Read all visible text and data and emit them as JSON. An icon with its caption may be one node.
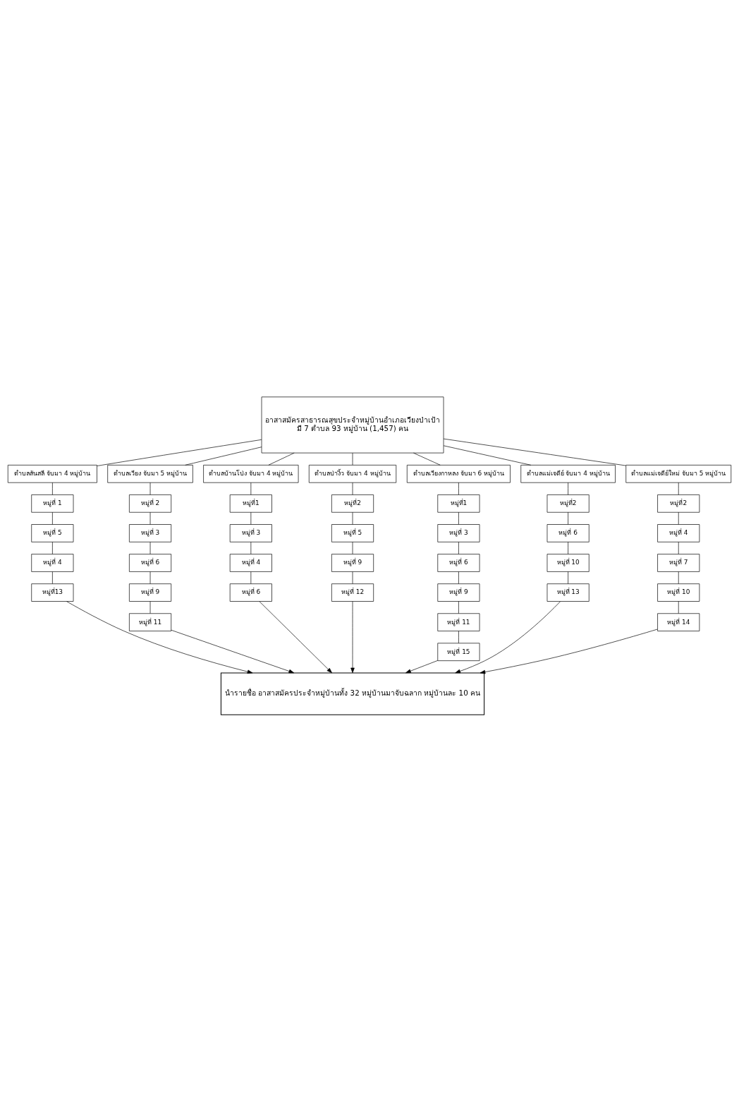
{
  "diagram": {
    "nodes": [
      {
        "text": [
          "อาสาสมัครสาธารณสุขประจำหมู่บ้านอำเภอเวียงป่าเป้า",
          "มี 7 ตำบล 93 หมู่บ้าน (1,457) คน"
        ]
      },
      {
        "text": [
          "ตำบลสันสลี จับมา 4 หมู่บ้าน"
        ]
      },
      {
        "text": [
          "หมู่ที่ 1"
        ]
      },
      {
        "text": [
          "หมู่ที่ 5"
        ]
      },
      {
        "text": [
          "หมู่ที่ 4"
        ]
      },
      {
        "text": [
          "หมู่ที่13"
        ]
      },
      {
        "text": [
          "ตำบลเวียง จับมา 5 หมู่บ้าน"
        ]
      },
      {
        "text": [
          "หมู่ที่ 2"
        ]
      },
      {
        "text": [
          "หมู่ที่ 3"
        ]
      },
      {
        "text": [
          "หมู่ที่ 6"
        ]
      },
      {
        "text": [
          "หมู่ที่ 9"
        ]
      },
      {
        "text": [
          "หมู่ที่ 11"
        ]
      },
      {
        "text": [
          "ตำบลบ้านโป่ง จับมา 4 หมู่บ้าน"
        ]
      },
      {
        "text": [
          "หมู่ที่1"
        ]
      },
      {
        "text": [
          "หมู่ที่ 3"
        ]
      },
      {
        "text": [
          "หมู่ที่ 4"
        ]
      },
      {
        "text": [
          "หมู่ที่ 6"
        ]
      },
      {
        "text": [
          "ตำบลป่างิ้ว จับมา 4 หมู่บ้าน"
        ]
      },
      {
        "text": [
          "หมู่ที่2"
        ]
      },
      {
        "text": [
          "หมู่ที่ 5"
        ]
      },
      {
        "text": [
          "หมู่ที่ 9"
        ]
      },
      {
        "text": [
          "หมู่ที่ 12"
        ]
      },
      {
        "text": [
          "ตำบลเวียงกาหลง จับมา 6 หมู่บ้าน"
        ]
      },
      {
        "text": [
          "หมู่ที่1"
        ]
      },
      {
        "text": [
          "หมู่ที่ 3"
        ]
      },
      {
        "text": [
          "หมู่ที่ 6"
        ]
      },
      {
        "text": [
          "หมู่ที่ 9"
        ]
      },
      {
        "text": [
          "หมู่ที่ 11"
        ]
      },
      {
        "text": [
          "หมู่ที่ 15"
        ]
      },
      {
        "text": [
          "ตำบลแม่เจดีย์ จับมา 4 หมู่บ้าน"
        ]
      },
      {
        "text": [
          "หมู่ที่2"
        ]
      },
      {
        "text": [
          "หมู่ที่ 6"
        ]
      },
      {
        "text": [
          "หมู่ที่ 10"
        ]
      },
      {
        "text": [
          "หมู่ที่ 13"
        ]
      },
      {
        "text": [
          "ตำบลแม่เจดีย์ใหม่ จับมา 5 หมู่บ้าน"
        ]
      },
      {
        "text": [
          "หมู่ที่2"
        ]
      },
      {
        "text": [
          "หมู่ที่ 4"
        ]
      },
      {
        "text": [
          "หมู่ที่ 7"
        ]
      },
      {
        "text": [
          "หมู่ที่ 10"
        ]
      },
      {
        "text": [
          "หมู่ที่ 14"
        ]
      },
      {
        "text": [
          "นำรายชื่อ อาสาสมัครประจำหมู่บ้านทั้ง 32 หมู่บ้านมาจับฉลาก หมู่บ้านละ 10 คน"
        ]
      }
    ],
    "edges": [
      {
        "from": 0,
        "to": 1,
        "arrow": "none"
      },
      {
        "from": 0,
        "to": 6,
        "arrow": "none"
      },
      {
        "from": 0,
        "to": 12,
        "arrow": "none"
      },
      {
        "from": 0,
        "to": 17,
        "arrow": "none"
      },
      {
        "from": 0,
        "to": 22,
        "arrow": "none"
      },
      {
        "from": 0,
        "to": 29,
        "arrow": "none"
      },
      {
        "from": 0,
        "to": 34,
        "arrow": "none"
      },
      {
        "from": 1,
        "to": 2,
        "arrow": "none"
      },
      {
        "from": 2,
        "to": 3,
        "arrow": "none"
      },
      {
        "from": 3,
        "to": 4,
        "arrow": "none"
      },
      {
        "from": 4,
        "to": 5,
        "arrow": "none"
      },
      {
        "from": 6,
        "to": 7,
        "arrow": "none"
      },
      {
        "from": 7,
        "to": 8,
        "arrow": "none"
      },
      {
        "from": 8,
        "to": 9,
        "arrow": "none"
      },
      {
        "from": 9,
        "to": 10,
        "arrow": "none"
      },
      {
        "from": 10,
        "to": 11,
        "arrow": "none"
      },
      {
        "from": 12,
        "to": 13,
        "arrow": "none"
      },
      {
        "from": 13,
        "to": 14,
        "arrow": "none"
      },
      {
        "from": 14,
        "to": 15,
        "arrow": "none"
      },
      {
        "from": 15,
        "to": 16,
        "arrow": "none"
      },
      {
        "from": 17,
        "to": 18,
        "arrow": "none"
      },
      {
        "from": 18,
        "to": 19,
        "arrow": "none"
      },
      {
        "from": 19,
        "to": 20,
        "arrow": "none"
      },
      {
        "from": 20,
        "to": 21,
        "arrow": "none"
      },
      {
        "from": 22,
        "to": 23,
        "arrow": "none"
      },
      {
        "from": 23,
        "to": 24,
        "arrow": "none"
      },
      {
        "from": 24,
        "to": 25,
        "arrow": "none"
      },
      {
        "from": 25,
        "to": 26,
        "arrow": "none"
      },
      {
        "from": 26,
        "to": 27,
        "arrow": "none"
      },
      {
        "from": 27,
        "to": 28,
        "arrow": "none"
      },
      {
        "from": 29,
        "to": 30,
        "arrow": "none"
      },
      {
        "from": 30,
        "to": 31,
        "arrow": "none"
      },
      {
        "from": 31,
        "to": 32,
        "arrow": "none"
      },
      {
        "from": 32,
        "to": 33,
        "arrow": "none"
      },
      {
        "from": 34,
        "to": 35,
        "arrow": "none"
      },
      {
        "from": 35,
        "to": 36,
        "arrow": "none"
      },
      {
        "from": 36,
        "to": 37,
        "arrow": "none"
      },
      {
        "from": 37,
        "to": 38,
        "arrow": "none"
      },
      {
        "from": 38,
        "to": 39,
        "arrow": "none"
      },
      {
        "from": 5,
        "to": 40,
        "arrow": "to"
      },
      {
        "from": 11,
        "to": 40,
        "arrow": "to"
      },
      {
        "from": 16,
        "to": 40,
        "arrow": "to"
      },
      {
        "from": 21,
        "to": 40,
        "arrow": "to"
      },
      {
        "from": 28,
        "to": 40,
        "arrow": "to"
      },
      {
        "from": 33,
        "to": 40,
        "arrow": "to"
      },
      {
        "from": 39,
        "to": 40,
        "arrow": "to"
      }
    ]
  }
}
